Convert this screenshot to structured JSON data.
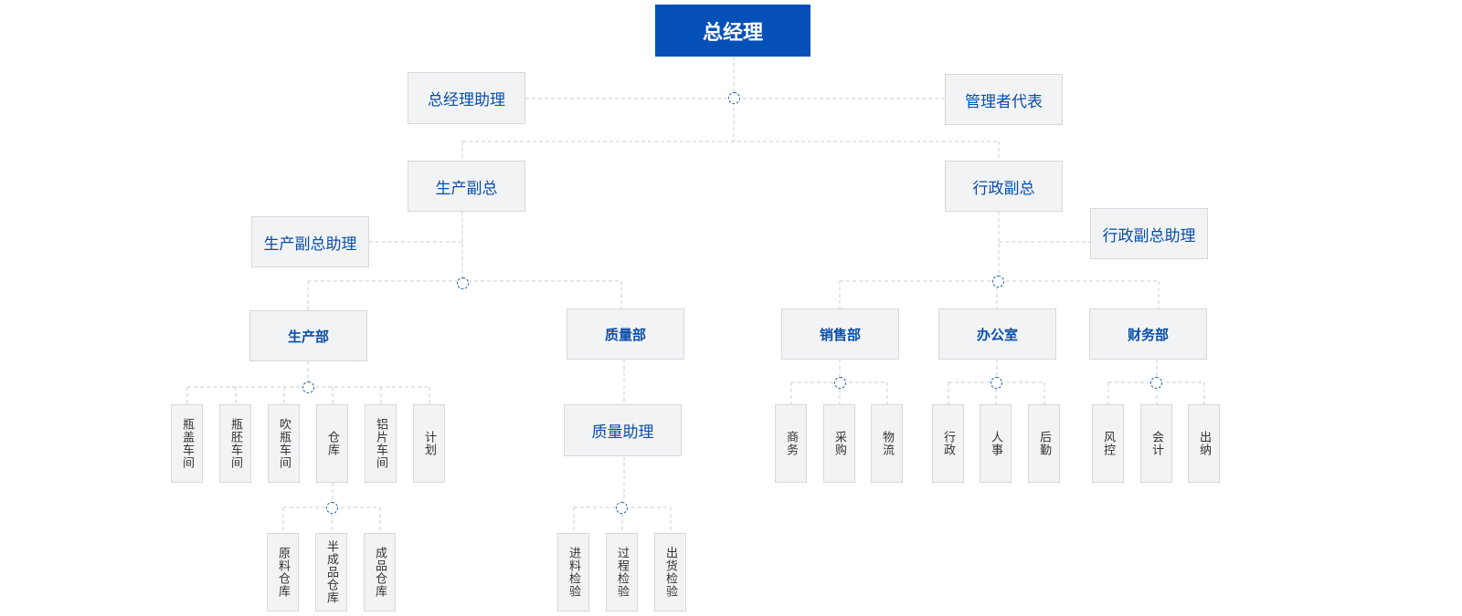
{
  "org": {
    "general_manager": "总经理",
    "gm_assistant": "总经理助理",
    "management_rep": "管理者代表",
    "vp_production": "生产副总",
    "vp_production_assistant": "生产副总助理",
    "vp_admin": "行政副总",
    "vp_admin_assistant": "行政副总助理",
    "dept_production": "生产部",
    "dept_quality": "质量部",
    "dept_sales": "销售部",
    "dept_office": "办公室",
    "dept_finance": "财务部",
    "quality_assistant": "质量助理",
    "production_units": [
      "瓶盖车间",
      "瓶胚车间",
      "吹瓶车间",
      "仓库",
      "铝片车间",
      "计划"
    ],
    "warehouse_units": [
      "原料仓库",
      "半成品仓库",
      "成品仓库"
    ],
    "quality_units": [
      "进料检验",
      "过程检验",
      "出货检验"
    ],
    "sales_units": [
      "商务",
      "采购",
      "物流"
    ],
    "office_units": [
      "行政",
      "人事",
      "后勤"
    ],
    "finance_units": [
      "风控",
      "会计",
      "出纳"
    ]
  },
  "colors": {
    "primary": "#0550b8",
    "node_bg": "#f2f3f5",
    "node_border": "#d5d8dd",
    "node_text": "#0a4ea8",
    "leaf_text": "#333333",
    "connector": "#c8ccd2"
  }
}
